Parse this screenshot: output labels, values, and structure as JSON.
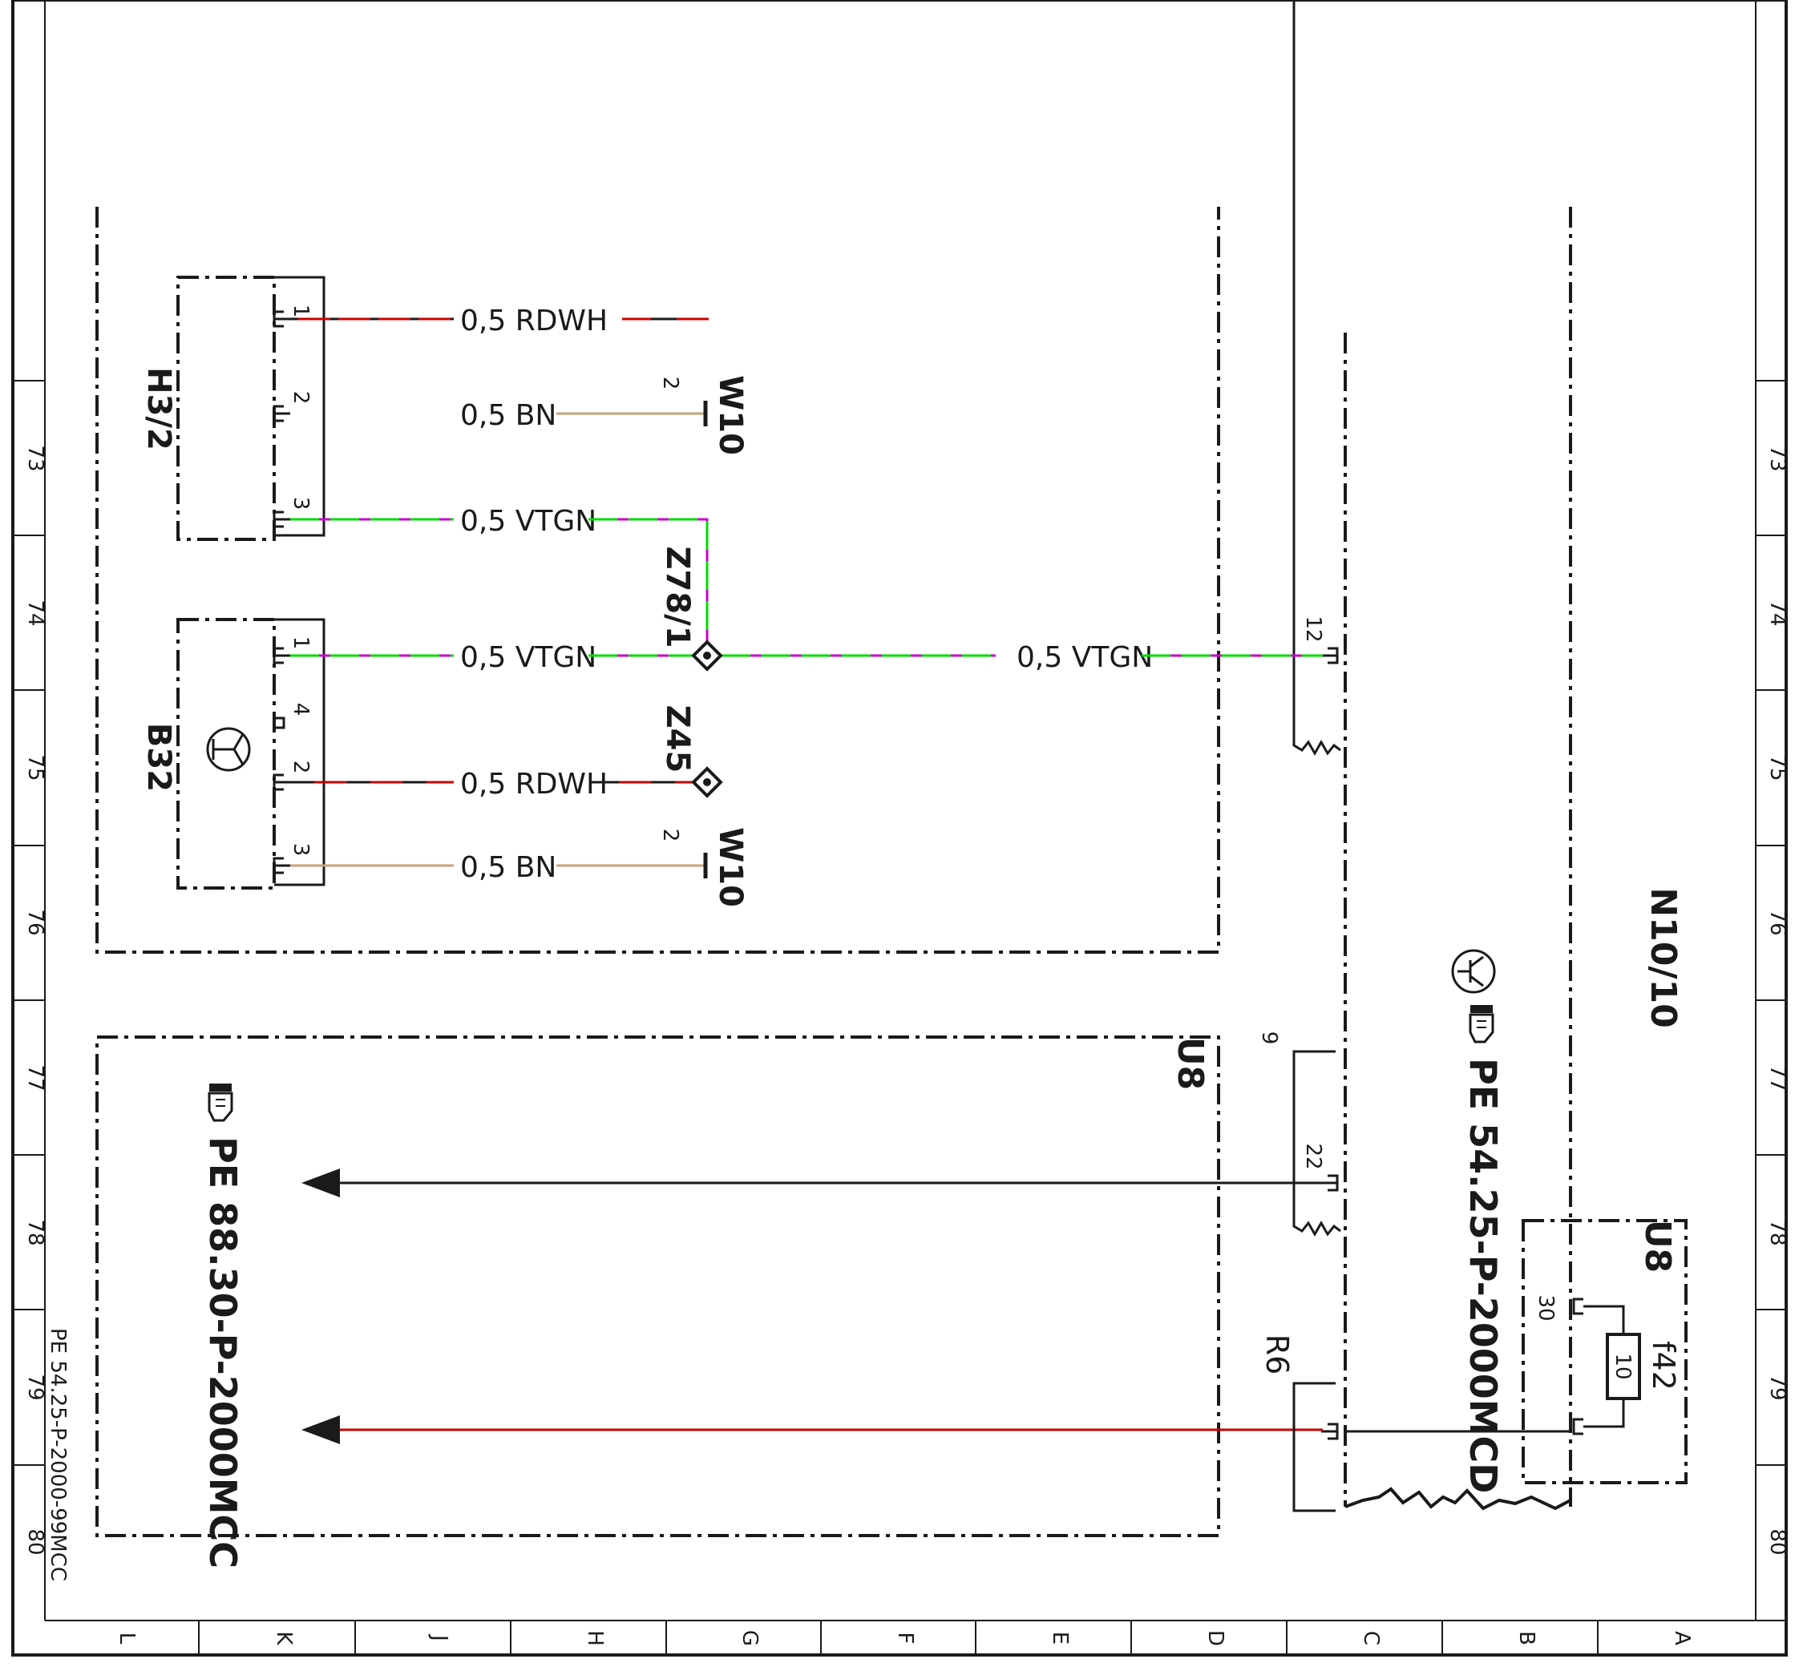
{
  "rows": [
    "73",
    "74",
    "75",
    "76",
    "77",
    "78",
    "79",
    "80"
  ],
  "columns": [
    "L",
    "K",
    "J",
    "H",
    "G",
    "F",
    "E",
    "D",
    "C",
    "B",
    "A"
  ],
  "components": {
    "h3_2": "H3/2",
    "b32": "B32",
    "n10_10": "N10/10",
    "u8_left": "U8",
    "u8_right": "U8",
    "w10_top": "W10",
    "w10_bottom": "W10",
    "z78_1": "Z78/1",
    "z45": "Z45",
    "f42": "f42",
    "r6": "R6"
  },
  "pins": {
    "h3_1": "1",
    "h3_2": "2",
    "h3_3": "3",
    "b32_1": "1",
    "b32_4": "4",
    "b32_2": "2",
    "b32_3": "3",
    "n10_12": "12",
    "n10_9": "9",
    "n10_22": "22",
    "u8_30": "30",
    "w10_top_pin": "2",
    "w10_bottom_pin": "2"
  },
  "fuse_value": "10",
  "wires": {
    "h3_pin1": "0,5 RDWH",
    "h3_pin2": "0,5 BN",
    "h3_pin3": "0,5 VTGN",
    "b32_pin1": "0,5 VTGN",
    "to_n10": "0,5 VTGN",
    "b32_pin2": "0,5 RDWH",
    "b32_pin3": "0,5 BN"
  },
  "references": {
    "pe_8830": "PE  88.30-P-2000MCC",
    "pe_5425": "PE  54.25-P-2000MCD",
    "doc_id": "PE 54.25-P-2000-99MCC"
  },
  "colors": {
    "red": "#cc0000",
    "brown": "#c8a27a",
    "violet": "#cc00cc",
    "green": "#00dd00",
    "black": "#1a1a1a"
  }
}
